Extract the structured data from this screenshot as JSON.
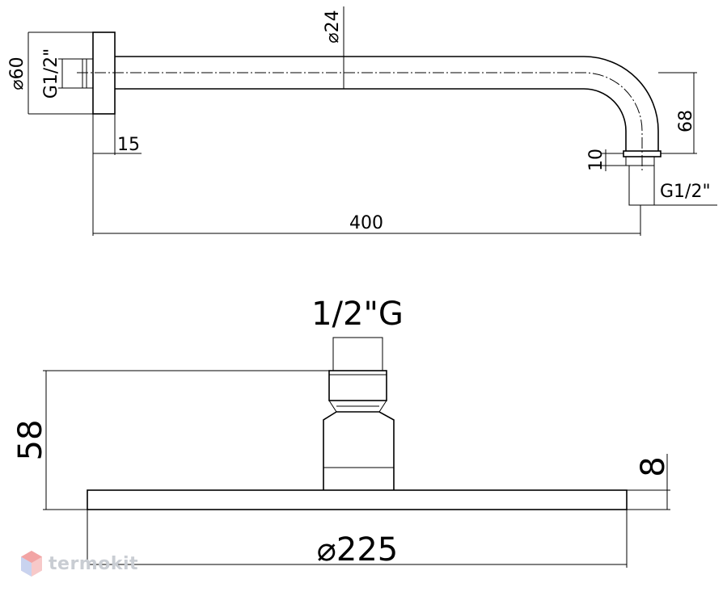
{
  "wall_arm": {
    "flange_diameter": "⌀60",
    "inlet_thread": "G1/2\"",
    "tube_diameter": "⌀24",
    "flange_depth": "15",
    "drop_height": "68",
    "outlet_length": "10",
    "outlet_thread": "G1/2\"",
    "projection": "400"
  },
  "shower_head": {
    "connection_thread": "1/2\"G",
    "total_height": "58",
    "plate_thickness": "8",
    "plate_diameter": "⌀225"
  },
  "watermark": {
    "brand": "termokit"
  }
}
